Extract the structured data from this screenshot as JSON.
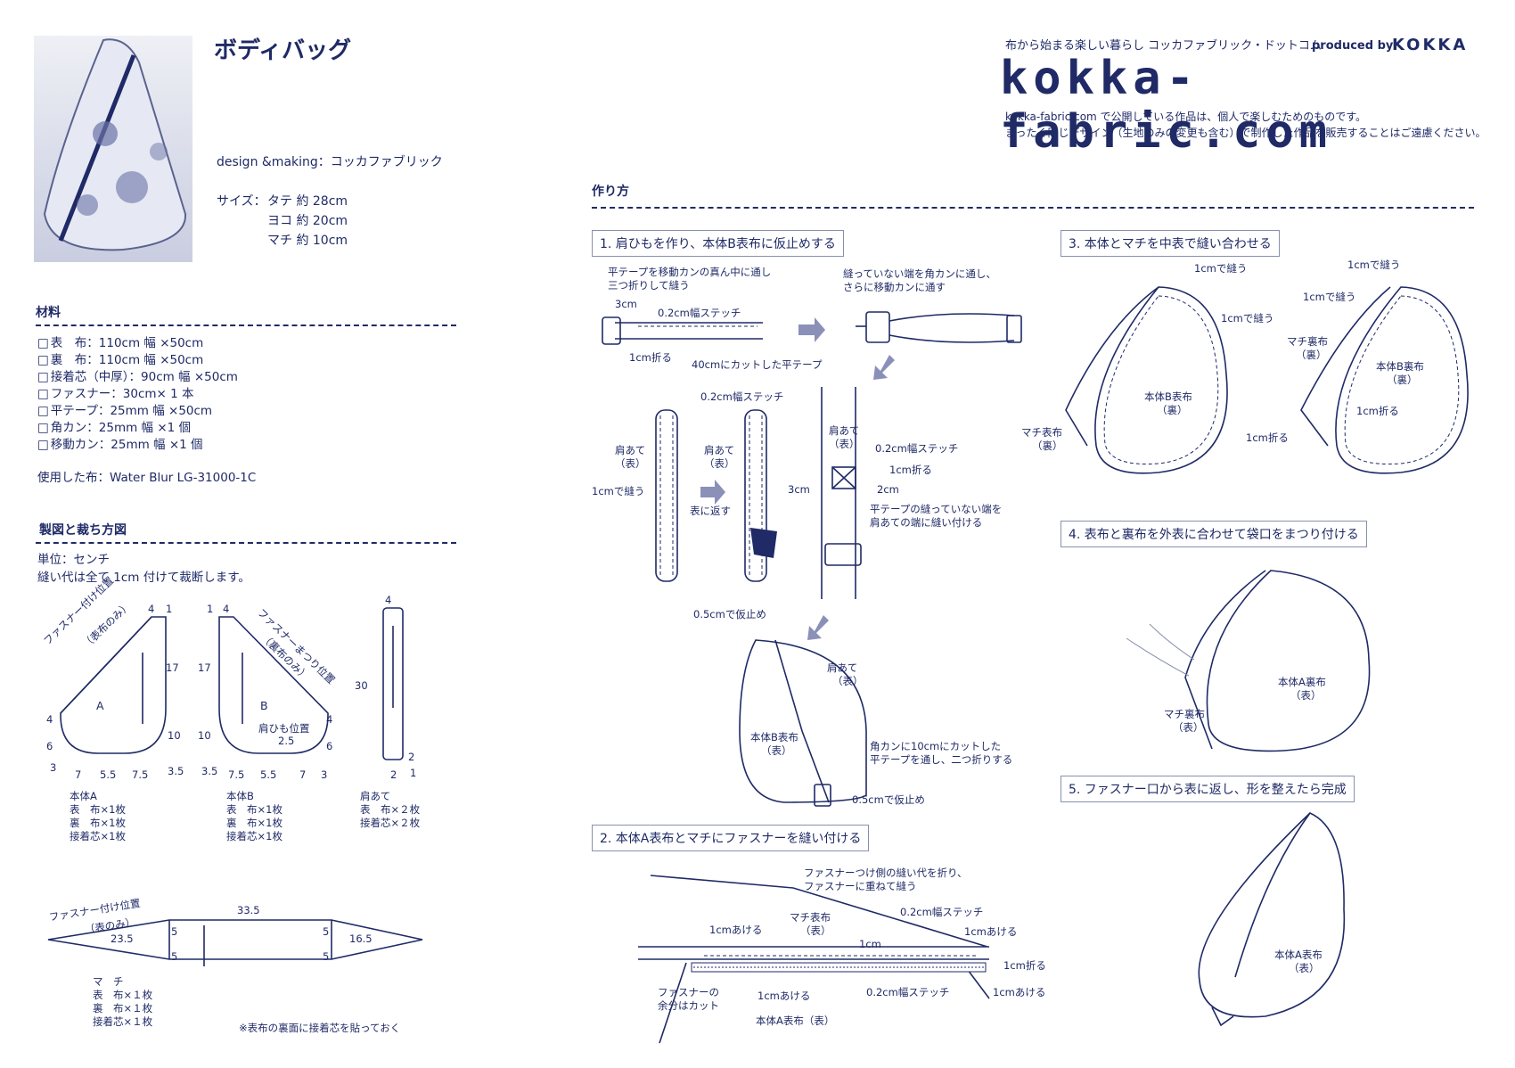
{
  "header": {
    "title": "ボディバッグ",
    "tagline": "布から始まる楽しい暮らし コッカファブリック・ドットコム",
    "produced_by_label": "produced by",
    "brand": "KOKKA",
    "site_logo": "kokka-fabric.com",
    "notice_line1": "kokka-fabric.com で公開している作品は、個人で楽しむためのものです。",
    "notice_line2": "まったく同じデザイン（生地のみの変更も含む）で制作した作品を販売することはご遠慮ください。"
  },
  "info": {
    "design": "design &making：コッカファブリック",
    "size_label": "サイズ：",
    "size_tate": "タテ 約 28cm",
    "size_yoko": "ヨコ 約 20cm",
    "size_machi": "マチ 約 10cm"
  },
  "materials": {
    "heading": "材料",
    "items": [
      "表　布：110cm 幅 ×50cm",
      "裏　布：110cm 幅 ×50cm",
      "接着芯（中厚）：90cm 幅 ×50cm",
      "ファスナー：30cm× 1 本",
      "平テープ：25mm 幅 ×50cm",
      "角カン：25mm 幅 ×1 個",
      "移動カン：25mm 幅 ×1 個"
    ],
    "fabric_used": "使用した布：Water Blur LG-31000-1C"
  },
  "pattern": {
    "heading": "製図と裁ち方図",
    "unit": "単位：センチ",
    "seam": "縫い代は全て 1cm 付けて裁断します。",
    "piece_a": {
      "letter": "A",
      "name": "本体A",
      "lines": [
        "表　布×1枚",
        "裏　布×1枚",
        "接着芯×1枚"
      ],
      "zipper_label": "ファスナー付け位置",
      "zipper_sub": "（表布のみ）",
      "dims": {
        "top1": "4",
        "top2": "1",
        "side": "17",
        "l4": "4",
        "l6": "6",
        "b3": "3",
        "b7": "7",
        "b55": "5.5",
        "b75": "7.5",
        "b35": "3.5",
        "r10": "10"
      }
    },
    "piece_b": {
      "letter": "B",
      "name": "本体B",
      "lines": [
        "表　布×1枚",
        "裏　布×1枚",
        "接着芯×1枚"
      ],
      "zipper_label": "ファスナーまつり位置",
      "zipper_sub": "（裏布のみ）",
      "strap_label": "肩ひも位置",
      "dims": {
        "top1": "1",
        "top2": "4",
        "side": "17",
        "r4": "4",
        "r6": "6",
        "l10": "10",
        "s25": "2.5",
        "b35": "3.5",
        "b75": "7.5",
        "b55": "5.5",
        "b7": "7",
        "b3": "3"
      }
    },
    "piece_kata": {
      "name": "肩あて",
      "lines": [
        "表　布×２枚",
        "接着芯×２枚"
      ],
      "dims": {
        "top": "4",
        "len": "30",
        "r2": "2",
        "b2": "2",
        "b1": "1"
      }
    },
    "piece_machi": {
      "name": "マ　チ",
      "lines": [
        "表　布×１枚",
        "裏　布×１枚",
        "接着芯×１枚"
      ],
      "zipper_label": "ファスナー付け位置",
      "zipper_sub": "（表のみ）",
      "dims": {
        "top": "33.5",
        "left": "23.5",
        "right": "16.5",
        "h5a": "5",
        "h5b": "5",
        "h5c": "5",
        "h5d": "5"
      }
    },
    "note": "※表布の裏面に接着芯を貼っておく"
  },
  "howto": {
    "heading": "作り方",
    "steps": [
      "1. 肩ひもを作り、本体B表布に仮止めする",
      "2. 本体A表布とマチにファスナーを縫い付ける",
      "3. 本体とマチを中表で縫い合わせる",
      "4. 表布と裏布を外表に合わせて袋口をまつり付ける",
      "5. ファスナー口から表に返し、形を整えたら完成"
    ],
    "s1": {
      "a1": "平テープを移動カンの真ん中に通し",
      "a2": "三つ折りして縫う",
      "b1": "縫っていない端を角カンに通し、",
      "b2": "さらに移動カンに通す",
      "c3cm": "3cm",
      "stitch": "0.2cm幅ステッチ",
      "fold1": "1cm折る",
      "tape40": "40cmにカットした平テープ",
      "kata_omote": "肩あて",
      "kata_omote2": "（表）",
      "nuu": "1cmで縫う",
      "stitch2": "0.2cm幅ステッチ",
      "uragaesu": "表に返す",
      "stitch3": "0.2cm幅ステッチ",
      "fold2": "1cm折る",
      "c2cm": "2cm",
      "c3cm2": "3cm",
      "sew_end1": "平テープの縫っていない端を",
      "sew_end2": "肩あての端に縫い付ける",
      "kari1": "0.5cmで仮止め",
      "kari2": "0.5cmで仮止め",
      "bodyb": "本体B表布",
      "omote": "（表）",
      "kaku1": "角カンに10cmにカットした",
      "kaku2": "平テープを通し、二つ折りする"
    },
    "s2": {
      "f1": "ファスナーつけ側の縫い代を折り、",
      "f2": "ファスナーに重ねて縫う",
      "machi": "マチ表布",
      "omote": "（表）",
      "stitch": "0.2cm幅ステッチ",
      "open1": "1cmあける",
      "one": "1cm",
      "open2": "1cmあける",
      "fold": "1cm折る",
      "open3": "1cmあける",
      "open4": "1cmあける",
      "cut1": "ファスナーの",
      "cut2": "余分はカット",
      "stitch2": "0.2cm幅ステッチ",
      "bodya": "本体A表布（表）"
    },
    "s3": {
      "n1": "1cmで縫う",
      "n2": "1cmで縫う",
      "n3": "1cmで縫う",
      "n4": "1cmで縫う",
      "bodyb_ura": "本体B表布",
      "ura": "（裏）",
      "machi_omote": "マチ表布",
      "machi_ura": "マチ裏布",
      "bodyb_ura2": "本体B裏布",
      "fold1": "1cm折る",
      "fold2": "1cm折る"
    },
    "s4": {
      "bodya": "本体A裏布",
      "omote": "（表）",
      "machi": "マチ裏布"
    },
    "s5": {
      "bodya": "本体A表布",
      "omote": "（表）"
    }
  }
}
